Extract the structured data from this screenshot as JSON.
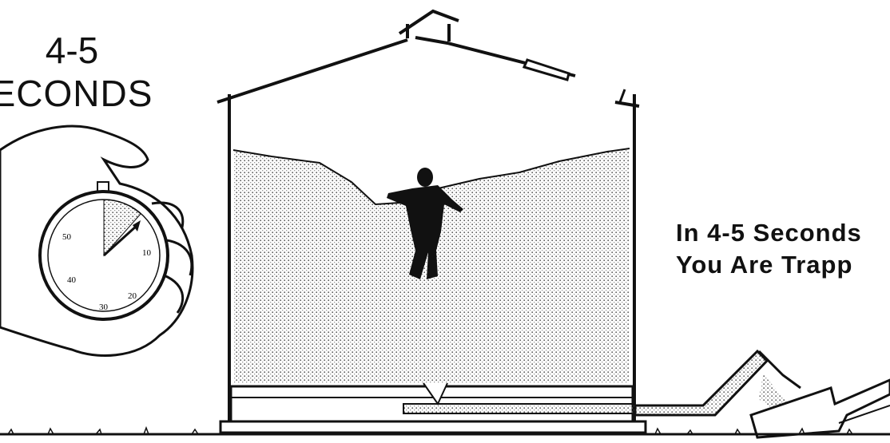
{
  "heading": {
    "line1": "4-5",
    "line2": "ECONDS"
  },
  "caption": {
    "line1": "In 4-5 Seconds",
    "line2": "You Are Trapp"
  },
  "stopwatch": {
    "dial_numbers": [
      "50",
      "10",
      "40",
      "30",
      "20"
    ]
  },
  "colors": {
    "ink": "#111111",
    "background": "#ffffff",
    "grain_dot": "#555555"
  },
  "icons": [
    "stopwatch-hand-illustration",
    "grain-bin-illustration",
    "trapped-person-figure",
    "auger-conveyor-illustration"
  ]
}
